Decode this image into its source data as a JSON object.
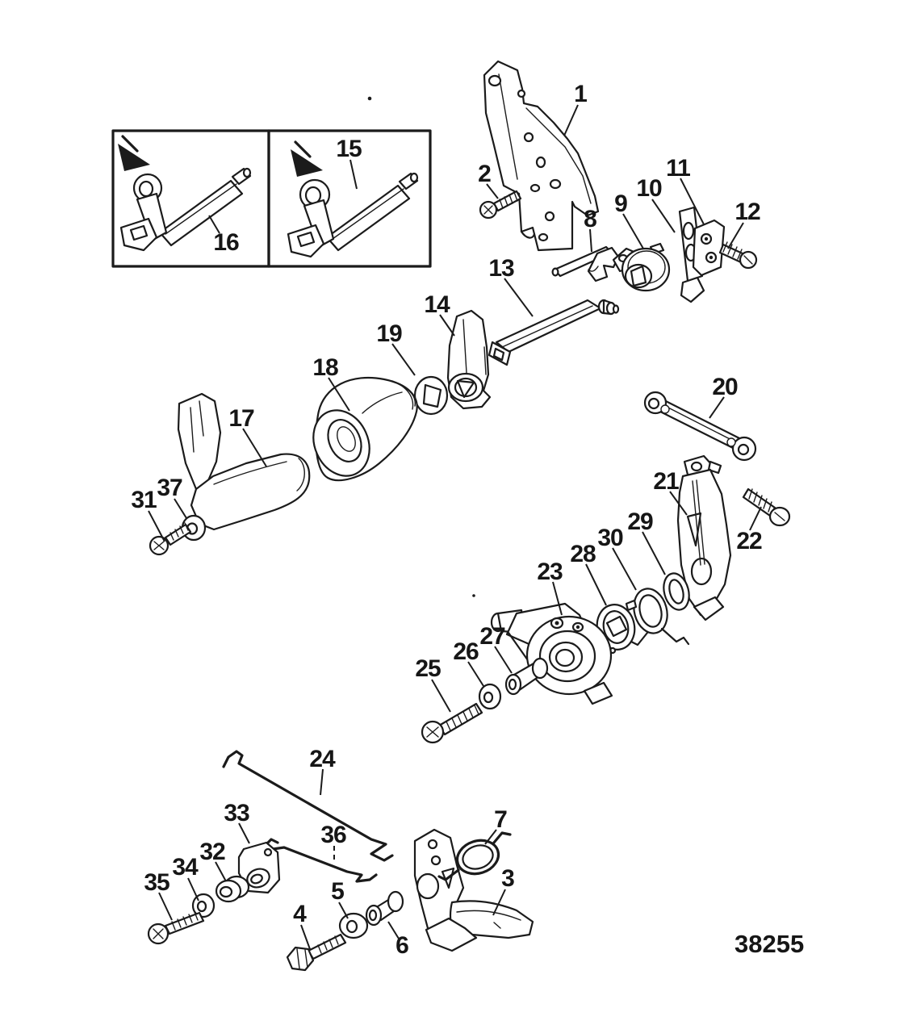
{
  "figure": {
    "drawing_number": "38255"
  },
  "callouts": [
    {
      "label": "1"
    },
    {
      "label": "2"
    },
    {
      "label": "3"
    },
    {
      "label": "4"
    },
    {
      "label": "5"
    },
    {
      "label": "6"
    },
    {
      "label": "7"
    },
    {
      "label": "8"
    },
    {
      "label": "9"
    },
    {
      "label": "10"
    },
    {
      "label": "11"
    },
    {
      "label": "12"
    },
    {
      "label": "13"
    },
    {
      "label": "14"
    },
    {
      "label": "15"
    },
    {
      "label": "16"
    },
    {
      "label": "17"
    },
    {
      "label": "18"
    },
    {
      "label": "19"
    },
    {
      "label": "20"
    },
    {
      "label": "21"
    },
    {
      "label": "22"
    },
    {
      "label": "23"
    },
    {
      "label": "24"
    },
    {
      "label": "25"
    },
    {
      "label": "26"
    },
    {
      "label": "27"
    },
    {
      "label": "28"
    },
    {
      "label": "29"
    },
    {
      "label": "30"
    },
    {
      "label": "31"
    },
    {
      "label": "32"
    },
    {
      "label": "33"
    },
    {
      "label": "34"
    },
    {
      "label": "35"
    },
    {
      "label": "36"
    },
    {
      "label": "37"
    }
  ]
}
